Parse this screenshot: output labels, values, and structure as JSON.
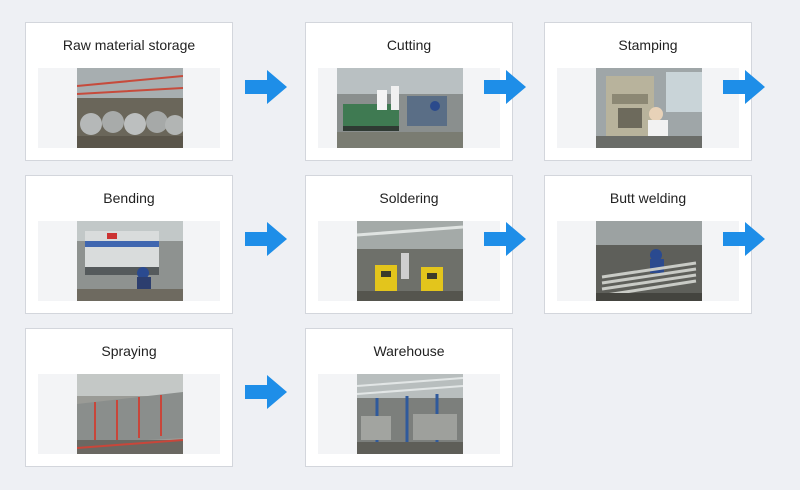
{
  "steps": [
    {
      "id": "raw",
      "label": "Raw material storage",
      "image": "warehouse-coils-photo"
    },
    {
      "id": "cutting",
      "label": "Cutting",
      "image": "cutting-machine-photo"
    },
    {
      "id": "stamping",
      "label": "Stamping",
      "image": "stamping-press-photo"
    },
    {
      "id": "bending",
      "label": "Bending",
      "image": "press-brake-photo"
    },
    {
      "id": "soldering",
      "label": "Soldering",
      "image": "welding-machines-photo"
    },
    {
      "id": "butt",
      "label": "Butt welding",
      "image": "butt-welding-photo"
    },
    {
      "id": "spraying",
      "label": "Spraying",
      "image": "spray-booth-photo"
    },
    {
      "id": "warehouse",
      "label": "Warehouse",
      "image": "finished-goods-photo"
    }
  ],
  "colors": {
    "arrow": "#1e8ee8",
    "card_border": "#d3d6dc",
    "background": "#eef0f4"
  }
}
